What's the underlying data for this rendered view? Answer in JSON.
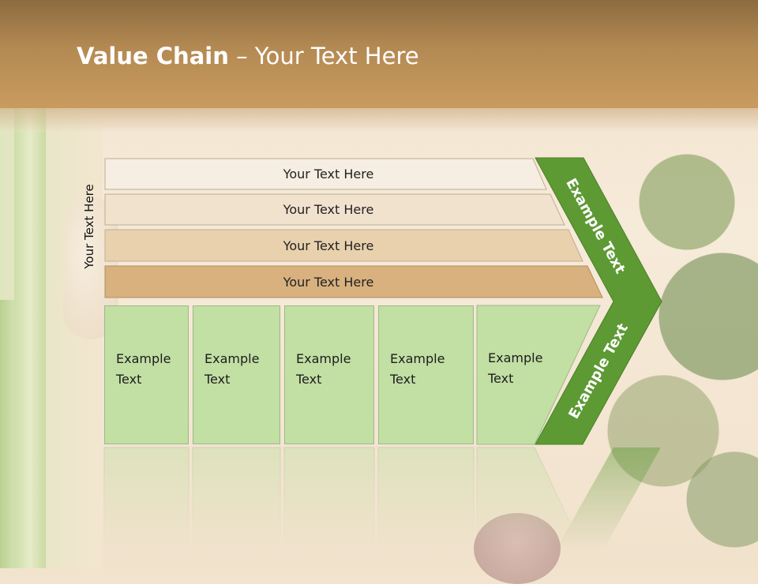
{
  "slide": {
    "title_bold": "Value Chain",
    "title_rest": " – Your Text Here"
  },
  "diagram": {
    "side_label": "Your Text Here",
    "rows": [
      "Your Text Here",
      "Your Text Here",
      "Your Text Here",
      "Your Text Here"
    ],
    "boxes": [
      {
        "line1": "Example",
        "line2": "Text"
      },
      {
        "line1": "Example",
        "line2": "Text"
      },
      {
        "line1": "Example",
        "line2": "Text"
      },
      {
        "line1": "Example",
        "line2": "Text"
      },
      {
        "line1": "Example",
        "line2": "Text"
      }
    ],
    "arrow_top_text": "Example Text",
    "arrow_bottom_text": "Example Text"
  },
  "colors": {
    "row_fills": [
      "#f6eee2",
      "#f1e2cd",
      "#e9d1ae",
      "#d8b17f"
    ],
    "box_fill": "#c2dfa4",
    "arrow_fill": "#5d9a34",
    "header": "#c99b5f"
  }
}
